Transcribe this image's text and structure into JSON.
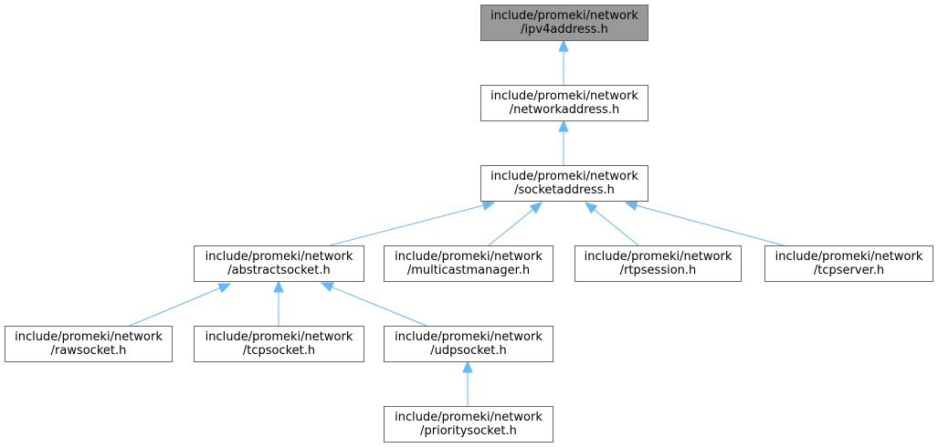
{
  "graph": {
    "nodes": [
      {
        "id": "ipv4address",
        "line1": "include/promeki/network",
        "line2": "/ipv4address.h",
        "root": true
      },
      {
        "id": "networkaddress",
        "line1": "include/promeki/network",
        "line2": "/networkaddress.h"
      },
      {
        "id": "socketaddress",
        "line1": "include/promeki/network",
        "line2": "/socketaddress.h"
      },
      {
        "id": "abstractsocket",
        "line1": "include/promeki/network",
        "line2": "/abstractsocket.h"
      },
      {
        "id": "multicastmanager",
        "line1": "include/promeki/network",
        "line2": "/multicastmanager.h"
      },
      {
        "id": "rtpsession",
        "line1": "include/promeki/network",
        "line2": "/rtpsession.h"
      },
      {
        "id": "tcpserver",
        "line1": "include/promeki/network",
        "line2": "/tcpserver.h"
      },
      {
        "id": "rawsocket",
        "line1": "include/promeki/network",
        "line2": "/rawsocket.h"
      },
      {
        "id": "tcpsocket",
        "line1": "include/promeki/network",
        "line2": "/tcpsocket.h"
      },
      {
        "id": "udpsocket",
        "line1": "include/promeki/network",
        "line2": "/udpsocket.h"
      },
      {
        "id": "prioritysocket",
        "line1": "include/promeki/network",
        "line2": "/prioritysocket.h"
      }
    ],
    "edges": [
      {
        "from": "networkaddress",
        "to": "ipv4address"
      },
      {
        "from": "socketaddress",
        "to": "networkaddress"
      },
      {
        "from": "abstractsocket",
        "to": "socketaddress"
      },
      {
        "from": "multicastmanager",
        "to": "socketaddress"
      },
      {
        "from": "rtpsession",
        "to": "socketaddress"
      },
      {
        "from": "tcpserver",
        "to": "socketaddress"
      },
      {
        "from": "rawsocket",
        "to": "abstractsocket"
      },
      {
        "from": "tcpsocket",
        "to": "abstractsocket"
      },
      {
        "from": "udpsocket",
        "to": "abstractsocket"
      },
      {
        "from": "prioritysocket",
        "to": "udpsocket"
      }
    ],
    "colors": {
      "edge": "#63b8ff",
      "root_fill": "#999999",
      "node_fill": "#ffffff",
      "node_border": "#666666"
    }
  }
}
